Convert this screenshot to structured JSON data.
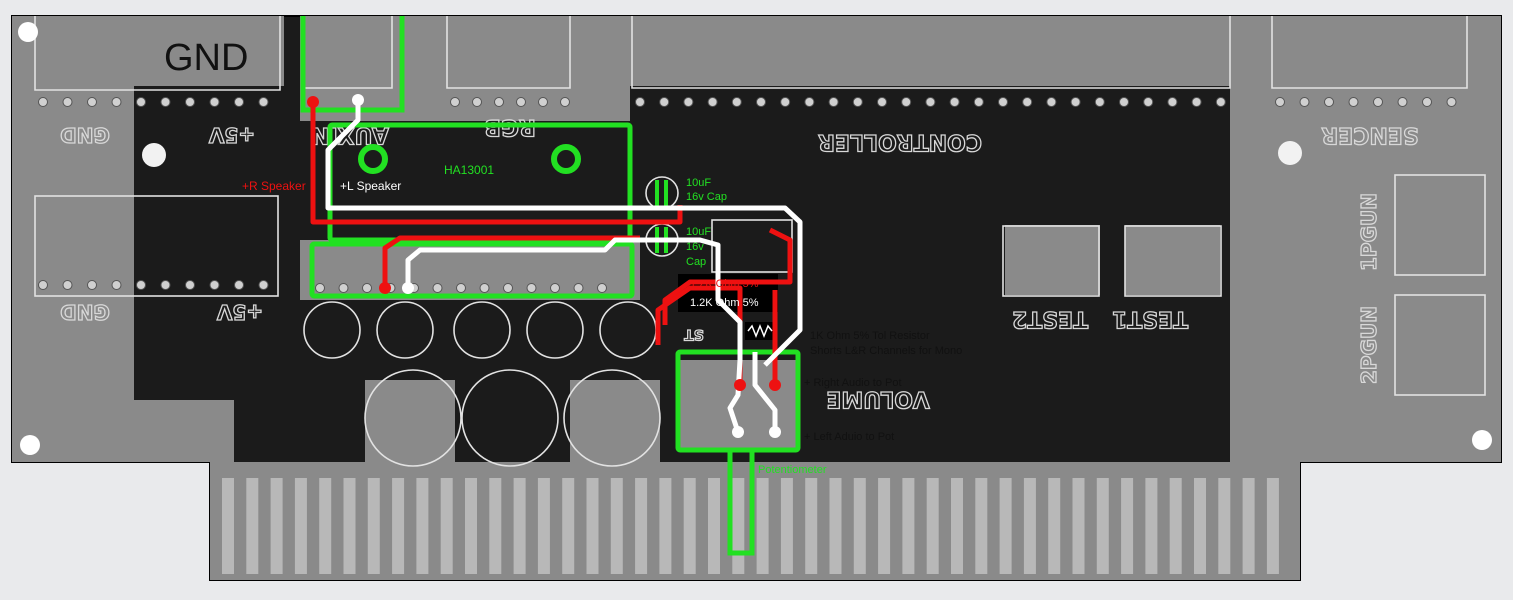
{
  "board": {
    "top_label": "GND",
    "silk_labels": {
      "gnd_top": "GND",
      "p5v_top": "+5V",
      "auxin": "AUXIN",
      "rgb": "RGB",
      "controller": "CONTROLLER",
      "sencer": "SENCER",
      "gnd_bottom": "GND",
      "p5v_bottom": "+5V",
      "test2": "TEST2",
      "test1": "TEST1",
      "gun1": "1PGUN",
      "gun2": "2PGUN",
      "volume": "VOLUME",
      "st": "ST"
    },
    "annotations": {
      "r_speaker": "+R Speaker",
      "l_speaker": "+L Speaker",
      "chip": "HA13001",
      "cap1_line1": "10uF",
      "cap1_line2": "16v Cap",
      "cap2_line1": "10uF",
      "cap2_line2": "16v",
      "cap2_line3": "Cap",
      "res1": "1.2K Ohm 5%",
      "res2": "1.2K Ohm 5%",
      "tol_res_line1": "1K Ohm 5% Tol Resistor",
      "tol_res_line2": "Shorts L&R Channels for Mono",
      "right_audio": "+ Right Audio to Pot",
      "left_audio": "+ Left Aduio to Pot",
      "pot": "Potentiometer"
    },
    "colors": {
      "pcb_black": "#1b1b1b",
      "silk_gray": "#8a8a8a",
      "trace_red": "#ee1111",
      "trace_white": "#ffffff",
      "trace_green": "#22e022",
      "gold": "#b8b8b8"
    }
  }
}
